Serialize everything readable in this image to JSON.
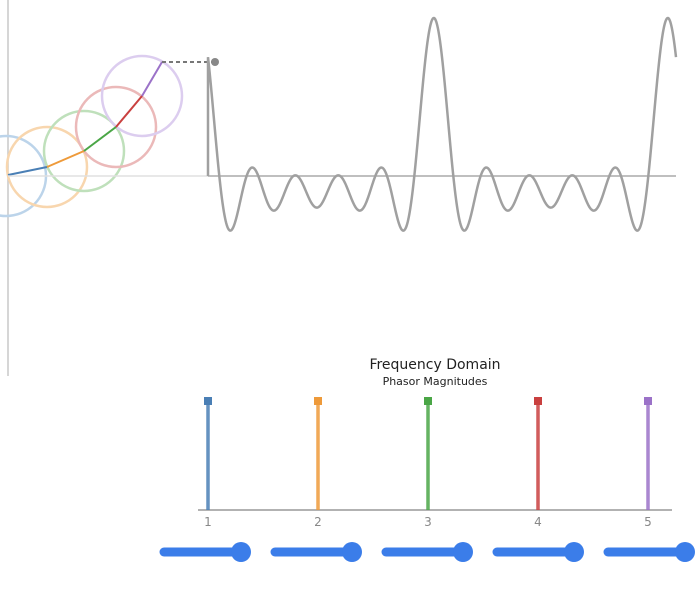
{
  "frequency_panel": {
    "title": "Frequency Domain",
    "subtitle": "Phasor Magnitudes"
  },
  "harmonics": [
    {
      "index": "1",
      "color": "#4a7fb5",
      "light": "#bcd4ea",
      "magnitude": 1.0
    },
    {
      "index": "2",
      "color": "#ee9a3a",
      "light": "#f8d6ae",
      "magnitude": 1.0
    },
    {
      "index": "3",
      "color": "#4aa646",
      "light": "#bfe0bb",
      "magnitude": 1.0
    },
    {
      "index": "4",
      "color": "#c9403f",
      "light": "#ebb9b9",
      "magnitude": 1.0
    },
    {
      "index": "5",
      "color": "#9b72c8",
      "light": "#dccdef",
      "magnitude": 1.0
    }
  ],
  "colors": {
    "waveform": "#a0a0a0",
    "axis": "#bbbbbb",
    "slider": "#3b7de9"
  }
}
